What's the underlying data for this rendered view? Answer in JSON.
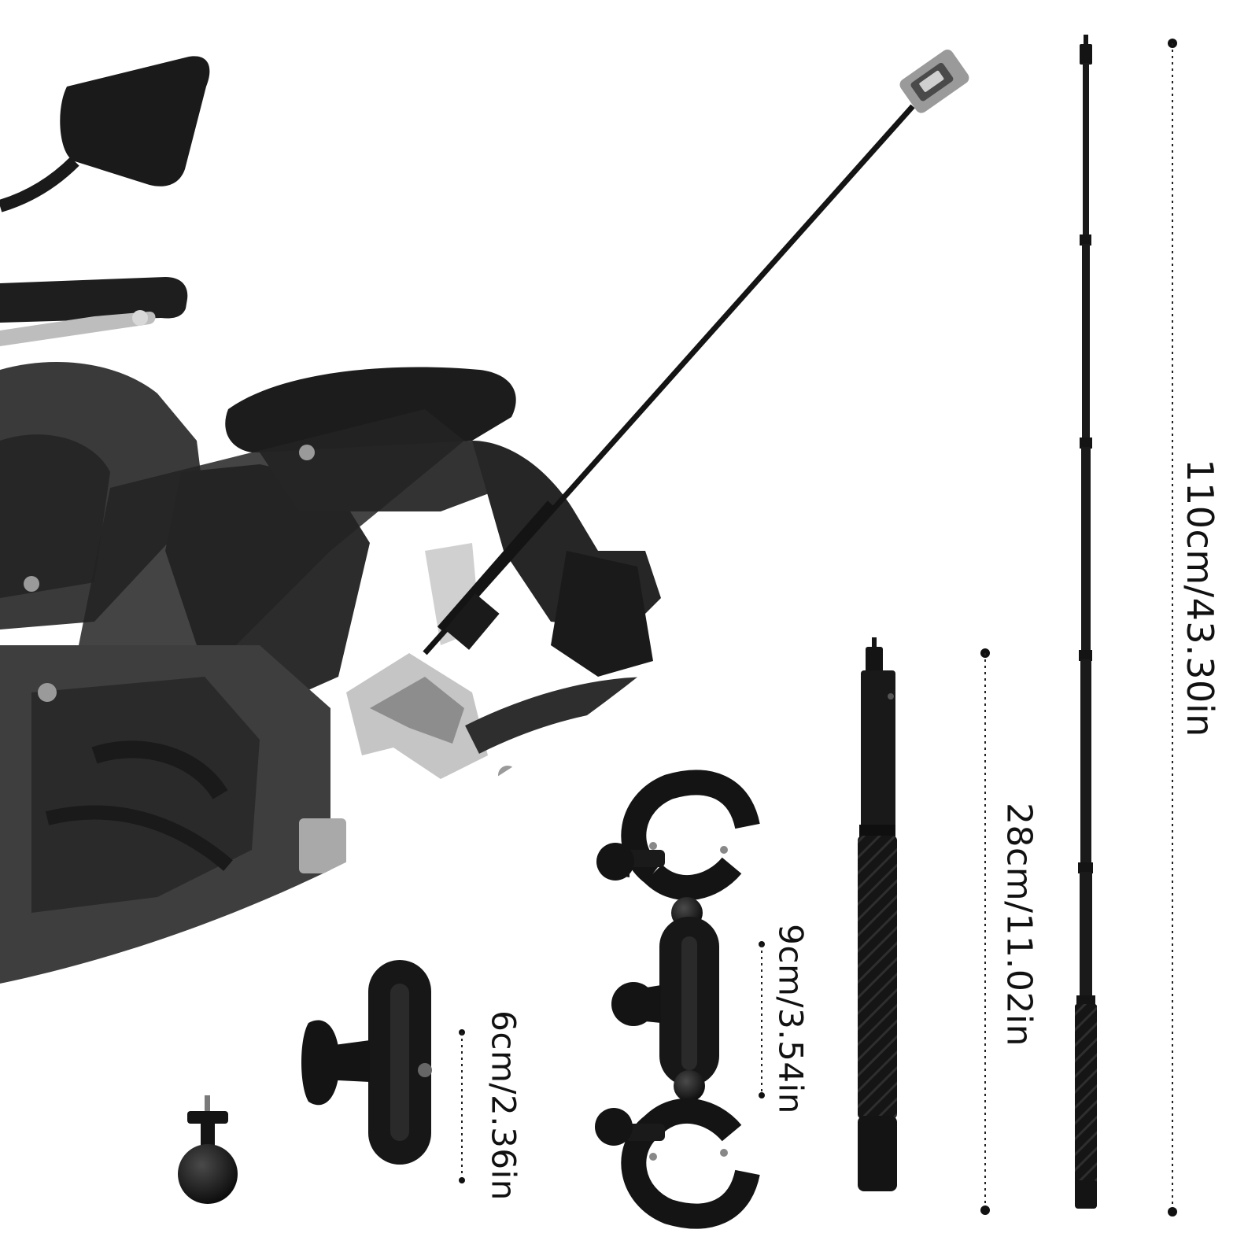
{
  "dimensions": {
    "telescopic_pole_length": "110cm/43.30in",
    "short_extension_pole_length": "28cm/11.02in",
    "double_clamp_arm_length": "9cm/3.54in",
    "single_socket_arm_length": "6cm/2.36in"
  },
  "colors": {
    "background": "#ffffff",
    "product_black": "#141414",
    "motorcycle_dark": "#2b2b2b",
    "motorcycle_gray": "#5a5a5a",
    "chrome": "#c9c9c9",
    "camera_gray": "#9a9a9a",
    "dotted_line": "#222222"
  }
}
